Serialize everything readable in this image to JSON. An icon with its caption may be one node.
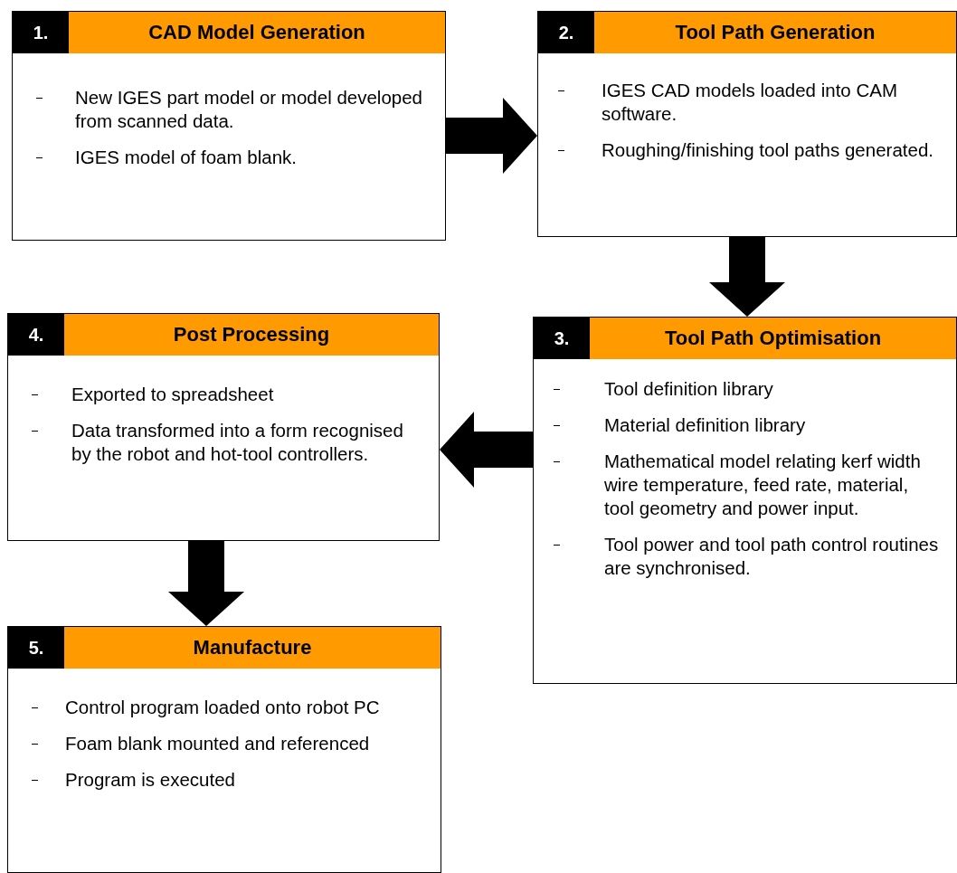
{
  "diagram": {
    "nodes": [
      {
        "text": [
          "1.",
          "CAD Model Generation",
          "New IGES part model or model developed from scanned data.",
          "IGES model of foam blank."
        ]
      },
      {
        "text": [
          "2.",
          "Tool Path Generation",
          "IGES CAD models loaded into CAM software.",
          "Roughing/finishing tool paths generated."
        ]
      },
      {
        "text": [
          "3.",
          "Tool Path Optimisation",
          "Tool definition library",
          "Material definition library",
          "Mathematical model relating kerf width wire temperature, feed rate, material, tool geometry and power input.",
          "Tool power and tool path control routines are synchronised."
        ]
      },
      {
        "text": [
          "4.",
          "Post Processing",
          "Exported to spreadsheet",
          "Data transformed into a form recognised by the robot and hot-tool controllers."
        ]
      },
      {
        "text": [
          "5.",
          "Manufacture",
          "Control program loaded onto robot PC",
          "Foam blank mounted and referenced",
          "Program is executed"
        ]
      }
    ],
    "edges": [
      {
        "from": 0,
        "to": 1,
        "arrow": "to",
        "style": "thick"
      },
      {
        "from": 1,
        "to": 2,
        "arrow": "to",
        "style": "thick"
      },
      {
        "from": 2,
        "to": 3,
        "arrow": "to",
        "style": "thick"
      },
      {
        "from": 3,
        "to": 4,
        "arrow": "to",
        "style": "thick"
      }
    ]
  }
}
